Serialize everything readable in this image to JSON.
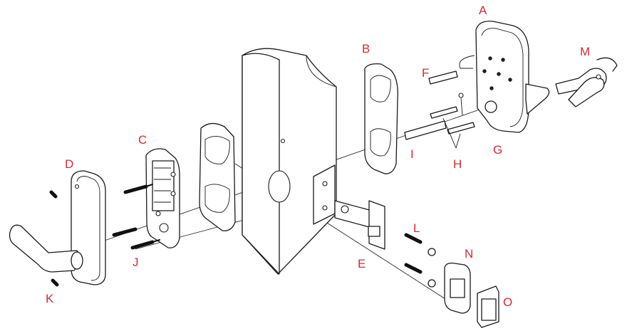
{
  "labels": {
    "A": "A",
    "B": "B",
    "C": "C",
    "D": "D",
    "E": "E",
    "F": "F",
    "G": "G",
    "H": "H",
    "I": "I",
    "J": "J",
    "K": "K",
    "L": "L",
    "M": "M",
    "N": "N",
    "O": "O"
  },
  "colors": {
    "callout": "#d42b35",
    "line": "#1a1a1a"
  }
}
